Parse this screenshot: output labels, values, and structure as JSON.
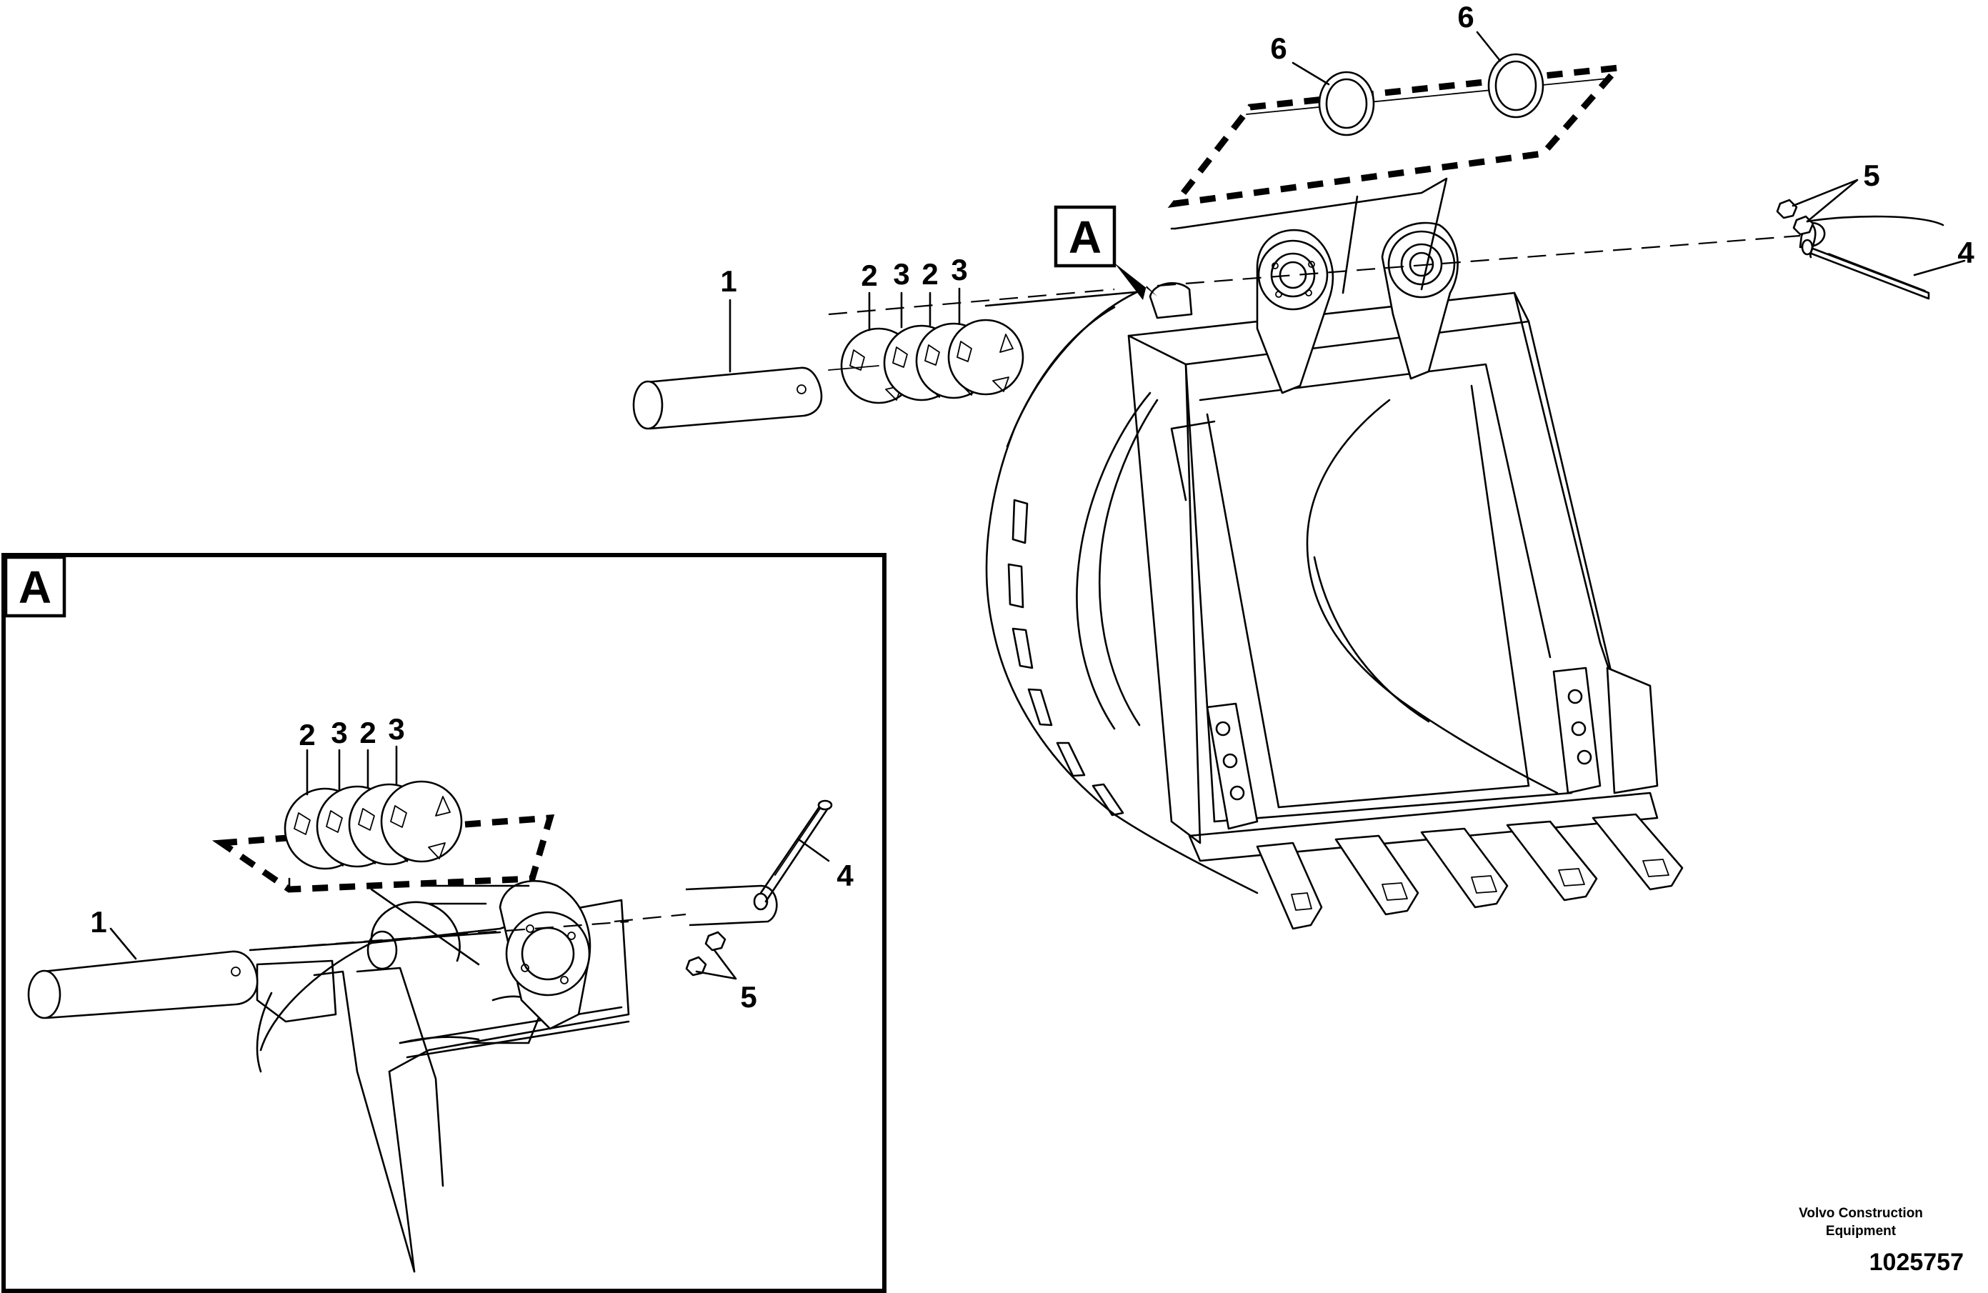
{
  "callouts": {
    "main": {
      "pin": "1",
      "shim_a1": "2",
      "shim_b1": "3",
      "shim_a2": "2",
      "shim_b2": "3",
      "lock_pin": "4",
      "lock_nut": "5",
      "o_ring_1": "6",
      "o_ring_2": "6"
    },
    "detail": {
      "pin": "1",
      "shim_a1": "2",
      "shim_b1": "3",
      "shim_a2": "2",
      "shim_b2": "3",
      "lock_pin": "4",
      "lock_nut": "5"
    }
  },
  "detail_ref": {
    "main_marker": "A",
    "inset_marker": "A"
  },
  "footer": {
    "company_line1": "Volvo Construction",
    "company_line2": "Equipment",
    "drawing_number": "1025757"
  }
}
